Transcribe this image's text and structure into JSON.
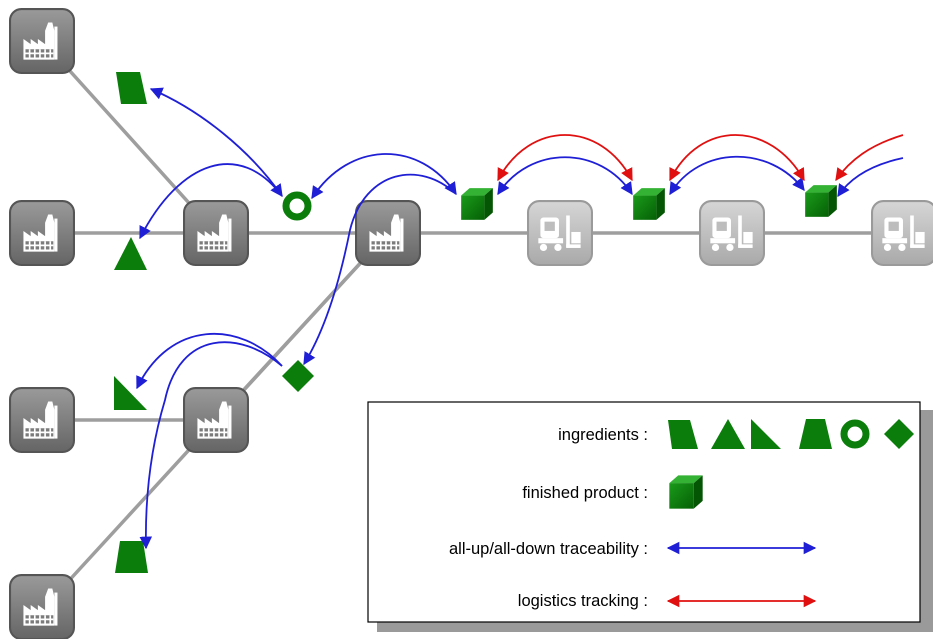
{
  "legend": {
    "ingredients_label": "ingredients :",
    "finished_product_label": "finished product :",
    "traceability_label": "all-up/all-down traceability :",
    "logistics_label": "logistics tracking :"
  },
  "colors": {
    "ingredient_green": "#0a7d0a",
    "traceability_arrow": "#1f1fd6",
    "logistics_arrow": "#e01010",
    "factory_fill": "#7b7b7b",
    "warehouse_fill": "#bdbdbd",
    "connector_line": "#9e9e9e"
  },
  "icons": {
    "factory": "factory-icon",
    "warehouse": "forklift-warehouse-icon",
    "finished_product": "green-cube-icon",
    "ingredient_shapes": [
      "parallelogram",
      "triangle",
      "right-triangle",
      "trapezoid",
      "ring",
      "diamond"
    ]
  }
}
